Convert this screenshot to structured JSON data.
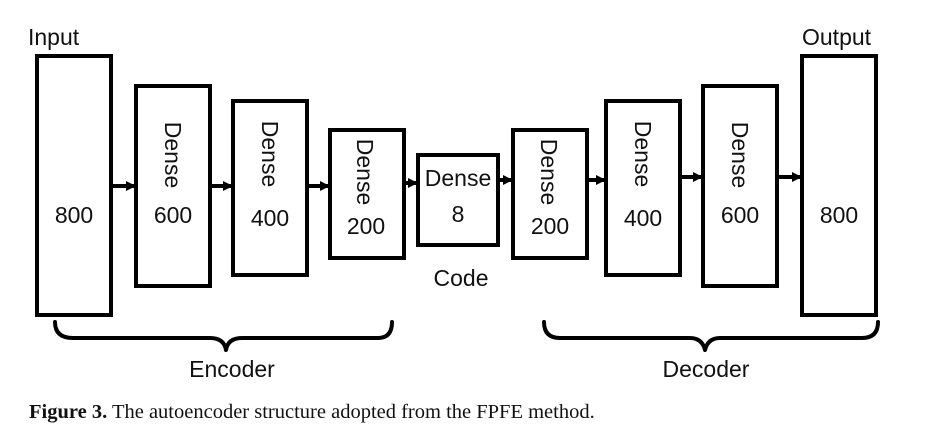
{
  "labels": {
    "input": "Input",
    "output": "Output",
    "code": "Code",
    "encoder": "Encoder",
    "decoder": "Decoder"
  },
  "layers": [
    {
      "name": "",
      "units": "800"
    },
    {
      "name": "Dense",
      "units": "600"
    },
    {
      "name": "Dense",
      "units": "400"
    },
    {
      "name": "Dense",
      "units": "200"
    },
    {
      "name": "Dense",
      "units": "8"
    },
    {
      "name": "Dense",
      "units": "200"
    },
    {
      "name": "Dense",
      "units": "400"
    },
    {
      "name": "Dense",
      "units": "600"
    },
    {
      "name": "",
      "units": "800"
    }
  ],
  "caption": {
    "figure_label": "Figure 3.",
    "text": " The autoencoder structure adopted from the FPFE method."
  }
}
